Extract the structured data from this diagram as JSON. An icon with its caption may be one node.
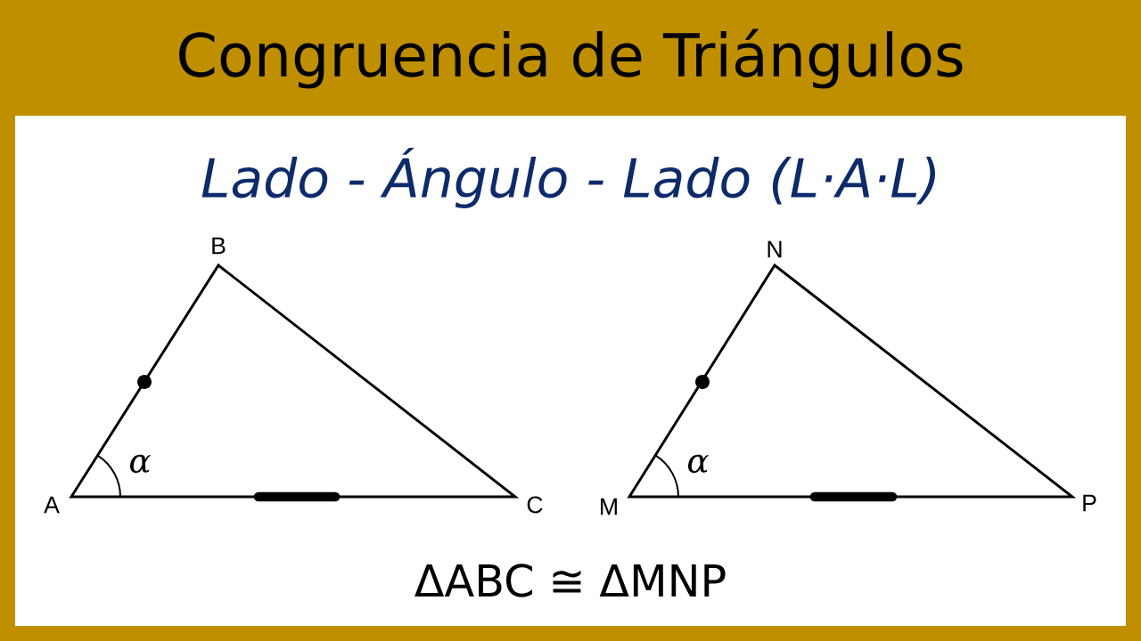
{
  "diagram": {
    "title": "Congruencia de Triángulos",
    "labels": [
      "Lado - Ángulo - Lado (L·A·L)",
      "B",
      "N",
      "α",
      "α",
      "A",
      "C",
      "M",
      "P",
      "ΔABC ≅ ΔMNP"
    ]
  }
}
